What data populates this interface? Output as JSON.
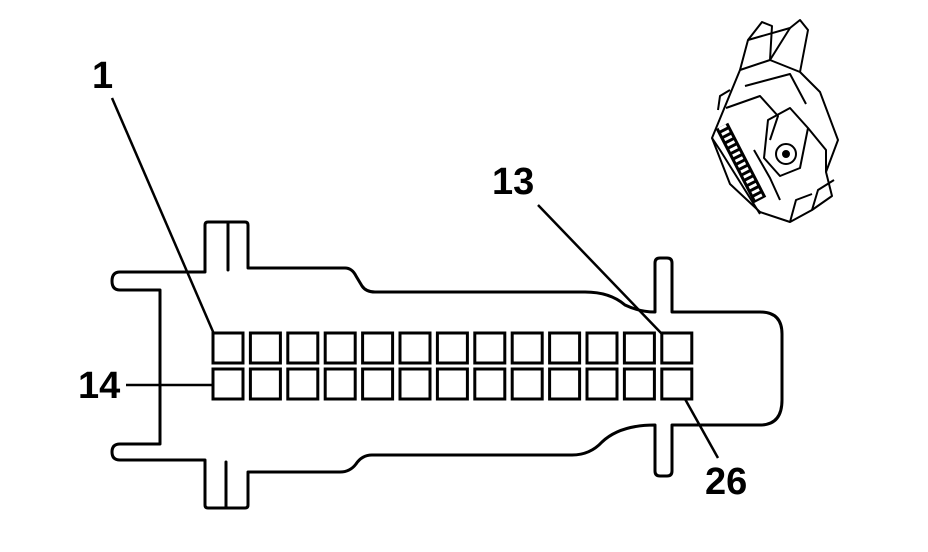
{
  "diagram": {
    "labels": {
      "pin_first_top": "1",
      "pin_last_top": "13",
      "pin_first_bottom": "14",
      "pin_last_bottom": "26"
    },
    "connector": {
      "rows": 2,
      "pins_per_row": 13
    },
    "colors": {
      "line": "#000000",
      "background": "#ffffff"
    }
  }
}
